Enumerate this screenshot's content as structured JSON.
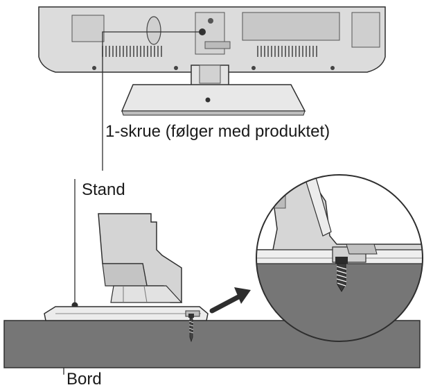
{
  "labels": {
    "screw": "1-skrue (følger med produktet)",
    "stand": "Stand",
    "table": "Bord"
  },
  "colors": {
    "line": "#2e2e2e",
    "tv_body": "#d9d9d9",
    "stand_light": "#ececec",
    "table_fill": "#767676",
    "vent": "#4a4a4a"
  }
}
